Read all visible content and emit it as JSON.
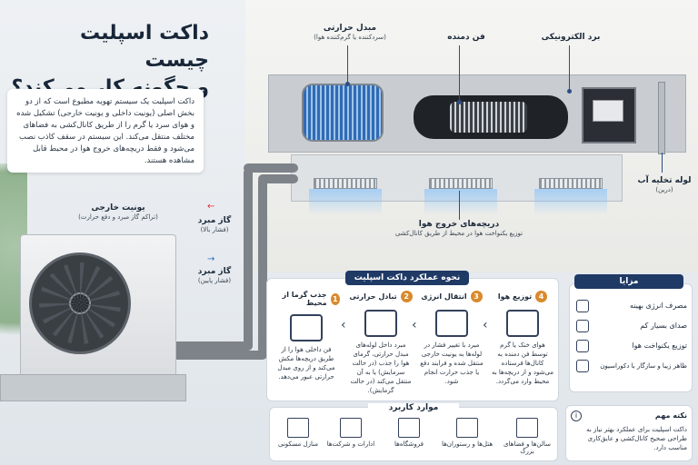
{
  "title": {
    "line1": "داکت اسپلیت چیست",
    "line2": "و چگونه کار می‌کند؟"
  },
  "intro": "داکت اسپلیت یک سیستم تهویه مطبوع است که از دو بخش اصلی (یونیت داخلی و یونیت خارجی) تشکیل شده و هوای سرد یا گرم را از طریق کانال‌کشی به فضاهای مختلف منتقل می‌کند. این سیستم در سقف کاذب نصب می‌شود و فقط دریچه‌های خروج هوا در محیط قابل مشاهده هستند.",
  "labels": {
    "coil": {
      "title": "مبدل حرارتی",
      "sub": "(سردکننده یا گرم‌کننده هوا)"
    },
    "blower": {
      "title": "فن دمنده"
    },
    "board": {
      "title": "برد الکترونیکی"
    },
    "drain": {
      "title": "لوله تخلیه آب",
      "sub": "(درین)"
    },
    "vents": {
      "title": "دریچه‌های خروج هوا",
      "sub": "توزیع یکنواخت هوا در محیط از طریق کانال‌کشی"
    },
    "outdoor": {
      "title": "یونیت خارجی",
      "sub": "(تراکم گاز مبرد و دفع حرارت)"
    },
    "gas_high": {
      "title": "گاز مبرد",
      "sub": "(فشار بالا)"
    },
    "gas_low": {
      "title": "گاز مبرد",
      "sub": "(فشار پایین)"
    }
  },
  "how": {
    "title": "نحوه عملکرد داکت اسپلیت",
    "steps": [
      {
        "num": "1",
        "title": "جذب گرما از محیط",
        "icon": "house-heat-icon",
        "text": "فن داخلی هوا را از طریق دریچه‌ها مکش می‌کند و از روی مبدل حرارتی عبور می‌دهد."
      },
      {
        "num": "2",
        "title": "تبادل حرارتی",
        "icon": "heat-exchanger-icon",
        "text": "مبرد داخل لوله‌های مبدل حرارتی، گرمای هوا را جذب (در حالت سرمایش) یا به آن منتقل می‌کند (در حالت گرمایش)."
      },
      {
        "num": "3",
        "title": "انتقال انرژی",
        "icon": "energy-transfer-icon",
        "text": "مبرد با تغییر فشار در لوله‌ها به یونیت خارجی منتقل شده و فرایند دفع یا جذب حرارت انجام شود."
      },
      {
        "num": "4",
        "title": "توزیع هوا",
        "icon": "air-distribution-icon",
        "text": "هوای خنک یا گرم توسط فن دمنده به کانال‌ها فرستاده می‌شود و از دریچه‌ها به محیط وارد می‌گردد."
      }
    ]
  },
  "advantages": {
    "title": "مزایا",
    "items": [
      {
        "icon": "leaf-icon",
        "text": "مصرف انرژی بهینه"
      },
      {
        "icon": "volume-icon",
        "text": "صدای بسیار کم"
      },
      {
        "icon": "airflow-icon",
        "text": "توزیع یکنواخت هوا"
      },
      {
        "icon": "brush-icon",
        "text": "ظاهر زیبا و سازگار با دکوراسیون"
      }
    ]
  },
  "uses": {
    "title": "موارد کاربرد",
    "items": [
      {
        "icon": "home-icon",
        "text": "منازل مسکونی"
      },
      {
        "icon": "office-icon",
        "text": "ادارات و شرکت‌ها"
      },
      {
        "icon": "shop-icon",
        "text": "فروشگاه‌ها"
      },
      {
        "icon": "restaurant-icon",
        "text": "هتل‌ها و رستوران‌ها"
      },
      {
        "icon": "hall-icon",
        "text": "سالن‌ها و فضاهای بزرگ"
      }
    ]
  },
  "note": {
    "title": "نکته مهم",
    "text": "داکت اسپلیت برای عملکرد بهتر نیاز به طراحی صحیح کانال‌کشی و عایق‌کاری مناسب دارد."
  }
}
